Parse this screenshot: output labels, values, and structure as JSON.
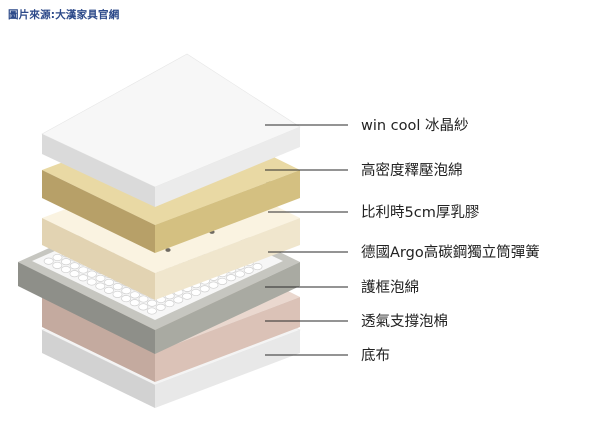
{
  "caption": "圖片來源:大漢家具官網",
  "layers": [
    {
      "label": "win cool 冰晶紗",
      "color": "#f7f7f7"
    },
    {
      "label": "高密度釋壓泡綿",
      "color": "#e9d9a4"
    },
    {
      "label": "比利時5cm厚乳膠",
      "color": "#faf3e1"
    },
    {
      "label": "德國Argo高碳鋼獨立筒彈簧",
      "color": "#c6c6c0"
    },
    {
      "label": "護框泡綿",
      "color": "#a9aaa2"
    },
    {
      "label": "透氣支撐泡棉",
      "color": "#ead8cf"
    },
    {
      "label": "底布",
      "color": "#f4f4f4"
    }
  ]
}
